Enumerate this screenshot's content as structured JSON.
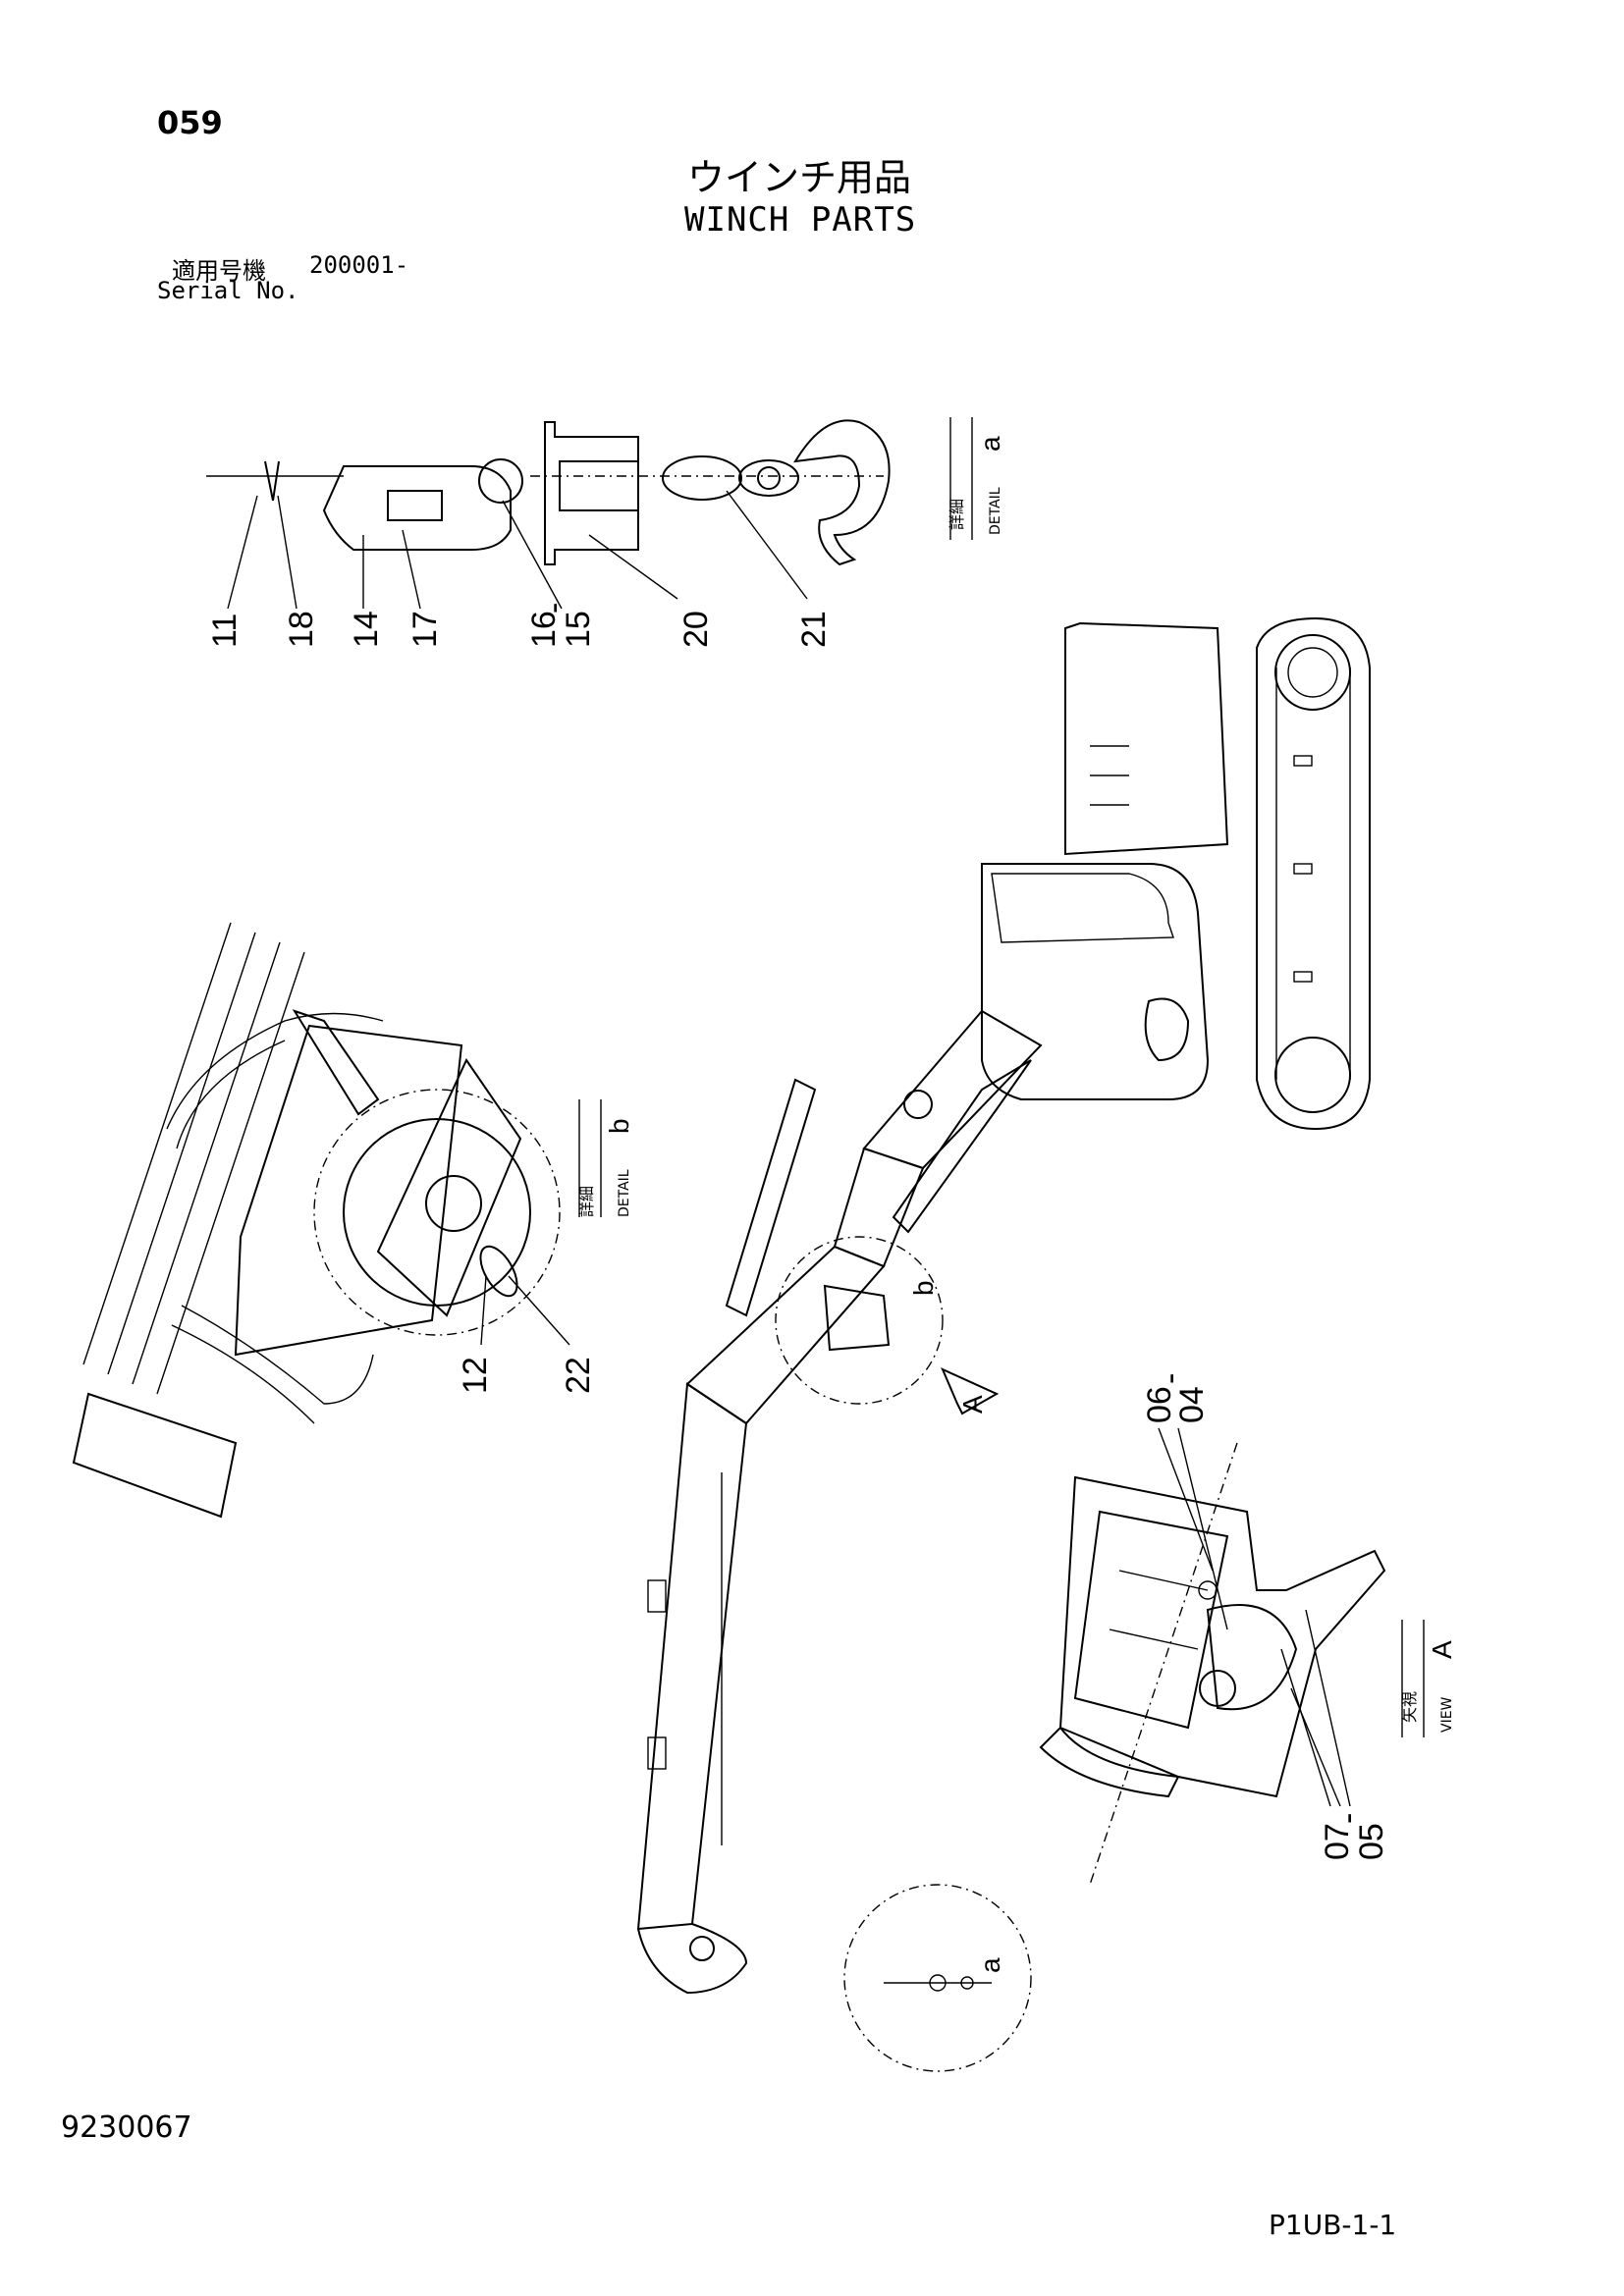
{
  "header": {
    "page_number": "059",
    "title_jp": "ウインチ用品",
    "title_en": "WINCH PARTS",
    "serial_label_jp": "適用号機",
    "serial_value": "200001-",
    "serial_label_en": "Serial No."
  },
  "footer": {
    "doc_code": "9230067",
    "page_code": "P1UB-1-1"
  },
  "callouts": {
    "detail_a": [
      "11",
      "18",
      "14",
      "17",
      "16",
      "-",
      "15",
      "20",
      "21"
    ],
    "detail_b": [
      "12",
      "22"
    ],
    "view_a": [
      "06",
      "-",
      "04",
      "07",
      "-",
      "05"
    ]
  },
  "view_labels": {
    "detail_a": {
      "jp": "詳細",
      "en": "DETAIL",
      "letter": "a"
    },
    "detail_b": {
      "jp": "詳細",
      "en": "DETAIL",
      "letter": "b"
    },
    "view_a": {
      "jp": "矢視",
      "en": "VIEW",
      "letter": "A"
    },
    "marker_b": "b",
    "marker_a_circle": "a",
    "arrow_A": "A"
  }
}
